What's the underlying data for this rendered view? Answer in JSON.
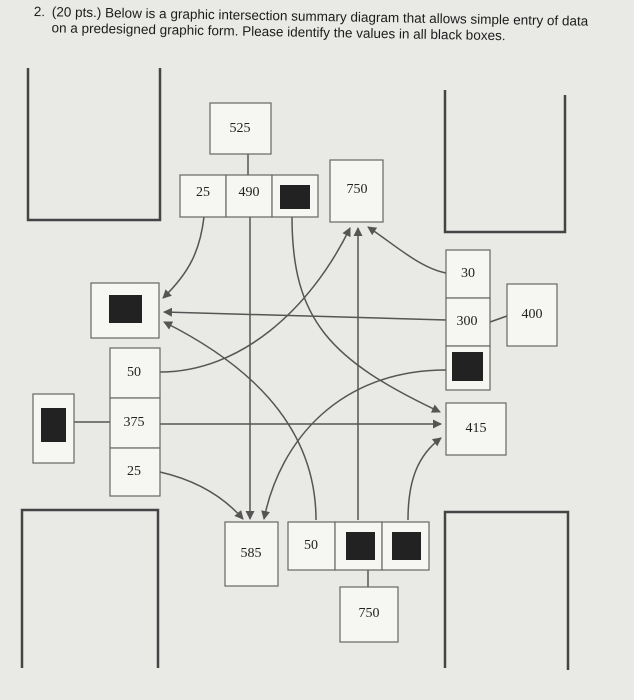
{
  "question": {
    "number": "2.",
    "text": "(20 pts.) Below is a graphic intersection summary diagram that allows simple entry of data on a predesigned graphic form. Please identify the values in all black boxes."
  },
  "boxes": {
    "north_top": "525",
    "north_left": "25",
    "north_through": "490",
    "north_exit": "750",
    "east_left": "30",
    "east_through": "300",
    "east_total": "400",
    "east_exit": "415",
    "west_left": "50",
    "west_through": "375",
    "west_right": "25",
    "south_exit": "585",
    "south_right": "50",
    "south_bottom": "750"
  },
  "colors": {
    "background": "#e9e9e6",
    "line": "#555555",
    "black_box": "#222222"
  }
}
